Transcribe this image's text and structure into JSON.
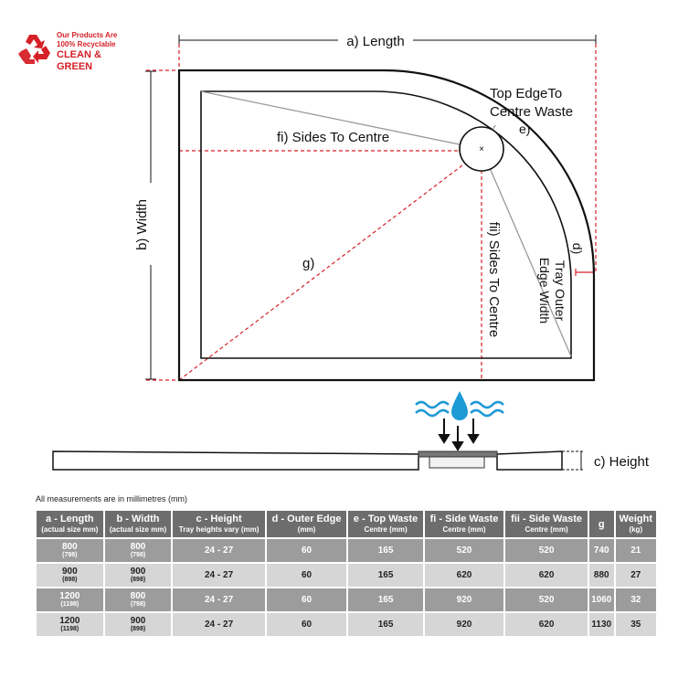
{
  "badge": {
    "line1": "Our Products Are",
    "line2": "100% Recyclable",
    "line3": "CLEAN & GREEN"
  },
  "diagram": {
    "length_label": "a) Length",
    "width_label": "b) Width",
    "top_edge_label_1": "Top EdgeTo",
    "top_edge_label_2": "Centre Waste",
    "e_label": "e)",
    "fi_label": "fi) Sides To Centre",
    "fii_label": "fii) Sides To Centre",
    "g_label": "g)",
    "d_label": "d)",
    "tray_outer_1": "Tray Outer",
    "tray_outer_2": "Edge Width",
    "height_label": "c) Height"
  },
  "table": {
    "note": "All measurements are in millimetres (mm)",
    "headers": [
      {
        "main": "a - Length",
        "sub": "(actual size mm)"
      },
      {
        "main": "b - Width",
        "sub": "(actual size mm)"
      },
      {
        "main": "c - Height",
        "sub": "Tray heights vary (mm)"
      },
      {
        "main": "d - Outer Edge",
        "sub": "(mm)"
      },
      {
        "main": "e - Top Waste",
        "sub": "Centre (mm)"
      },
      {
        "main": "fi - Side Waste",
        "sub": "Centre (mm)"
      },
      {
        "main": "fii - Side Waste",
        "sub": "Centre (mm)"
      },
      {
        "main": "g",
        "sub": ""
      },
      {
        "main": "Weight",
        "sub": "(kg)"
      }
    ],
    "rows": [
      {
        "length": "800",
        "length_actual": "(798)",
        "width": "800",
        "width_actual": "(798)",
        "height": "24 - 27",
        "outer_edge": "60",
        "top_waste": "165",
        "fi": "520",
        "fii": "520",
        "g": "740",
        "weight": "21"
      },
      {
        "length": "900",
        "length_actual": "(898)",
        "width": "900",
        "width_actual": "(898)",
        "height": "24 - 27",
        "outer_edge": "60",
        "top_waste": "165",
        "fi": "620",
        "fii": "620",
        "g": "880",
        "weight": "27"
      },
      {
        "length": "1200",
        "length_actual": "(1198)",
        "width": "800",
        "width_actual": "(798)",
        "height": "24 - 27",
        "outer_edge": "60",
        "top_waste": "165",
        "fi": "920",
        "fii": "520",
        "g": "1060",
        "weight": "32"
      },
      {
        "length": "1200",
        "length_actual": "(1198)",
        "width": "900",
        "width_actual": "(898)",
        "height": "24 - 27",
        "outer_edge": "60",
        "top_waste": "165",
        "fi": "920",
        "fii": "620",
        "g": "1130",
        "weight": "35"
      }
    ]
  },
  "colors": {
    "accent_red": "#d62027",
    "header_grey": "#6d6d6d",
    "water_blue": "#1e9ad6"
  }
}
